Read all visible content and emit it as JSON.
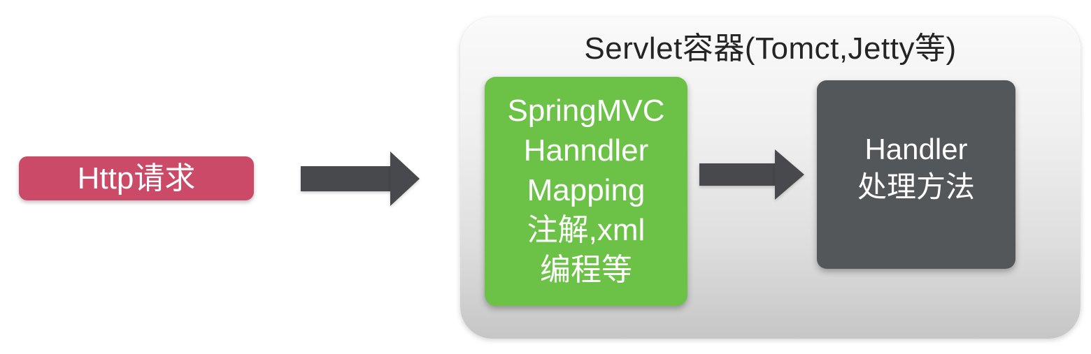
{
  "diagram": {
    "servlet_container": {
      "title": "Servlet容器(Tomct,Jetty等)"
    },
    "nodes": {
      "http_request": {
        "label": "Http请求",
        "bg_color": "#ca4a68",
        "text_color": "#ffffff"
      },
      "handler_mapping": {
        "lines": [
          "SpringMVC",
          "Hanndler",
          "Mapping",
          "注解,xml",
          "编程等"
        ],
        "bg_color": "#6cc247",
        "text_color": "#ffffff"
      },
      "handler_method": {
        "lines": [
          "Handler",
          "处理方法"
        ],
        "bg_color": "#54575a",
        "text_color": "#ffffff"
      }
    },
    "arrows": [
      {
        "name": "http-request-to-handler-mapping",
        "direction": "right",
        "color": "#47494c"
      },
      {
        "name": "handler-mapping-to-handler-method",
        "direction": "right",
        "color": "#47494c"
      }
    ],
    "container_colors": {
      "top": "#fafafa",
      "bottom": "#c6c6c6",
      "title_text": "#242424"
    }
  }
}
